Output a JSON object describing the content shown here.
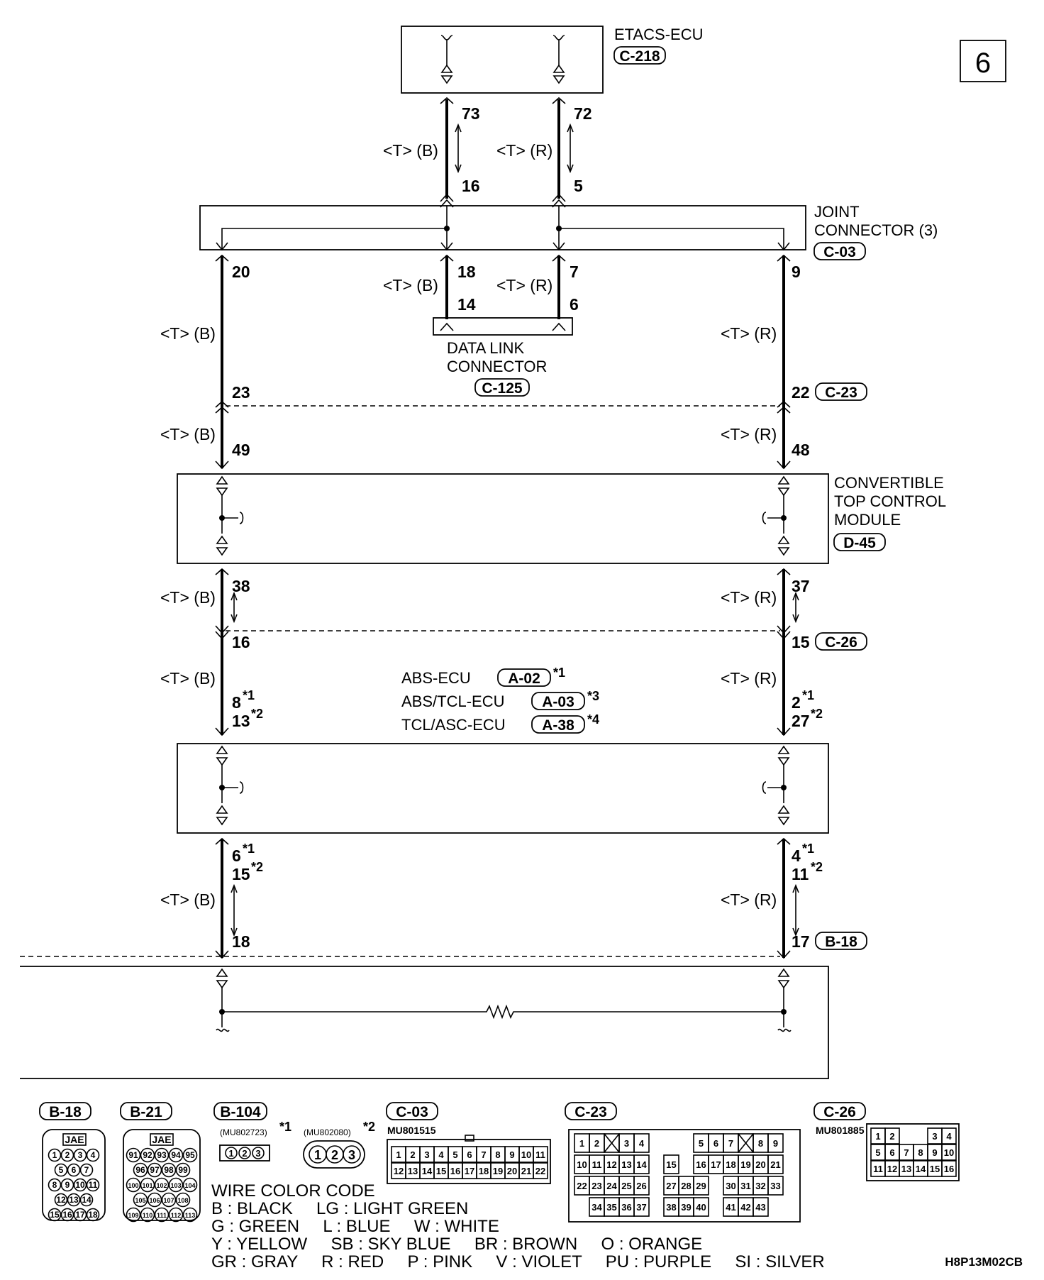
{
  "page_number": "6",
  "drawing_code": "H8P13M02CB",
  "components": {
    "etacs": {
      "name": "ETACS-ECU",
      "connector": "C-218"
    },
    "joint": {
      "name_line1": "JOINT",
      "name_line2": "CONNECTOR (3)",
      "connector": "C-03"
    },
    "dlc": {
      "name_line1": "DATA LINK",
      "name_line2": "CONNECTOR",
      "connector": "C-125"
    },
    "ctcm": {
      "name_line1": "CONVERTIBLE",
      "name_line2": "TOP CONTROL",
      "name_line3": "MODULE",
      "connector": "D-45"
    },
    "abs": {
      "line1": {
        "name": "ABS-ECU",
        "connector": "A-02",
        "note": "*1"
      },
      "line2": {
        "name": "ABS/TCL-ECU",
        "connector": "A-03",
        "note": "*3"
      },
      "line3": {
        "name": "TCL/ASC-ECU",
        "connector": "A-38",
        "note": "*4"
      }
    }
  },
  "wire_labels": {
    "tb": "<T> (B)",
    "tr": "<T> (R)"
  },
  "pins": {
    "p73": "73",
    "p72": "72",
    "p16a": "16",
    "p5": "5",
    "p20": "20",
    "p18a": "18",
    "p7": "7",
    "p9": "9",
    "p14": "14",
    "p6a": "6",
    "p23": "23",
    "p22": "22",
    "p49": "49",
    "p48": "48",
    "p38": "38",
    "p37": "37",
    "p16b": "16",
    "p15": "15",
    "p8": "8",
    "p13": "13",
    "p2": "2",
    "p27": "27",
    "p6b": "6",
    "p15b": "15",
    "p4": "4",
    "p11": "11",
    "p18b": "18",
    "p17": "17"
  },
  "inline_connectors": {
    "c23": "C-23",
    "c26": "C-26",
    "b18": "B-18"
  },
  "notes": {
    "n1": "*1",
    "n2": "*2"
  },
  "connector_views": {
    "b18": {
      "id": "B-18",
      "maker": "JAE",
      "rows": [
        [
          "1",
          "2",
          "3",
          "4"
        ],
        [
          "5",
          "6",
          "7"
        ],
        [
          "8",
          "9",
          "10",
          "11"
        ],
        [
          "12",
          "13",
          "14"
        ],
        [
          "15",
          "16",
          "17",
          "18"
        ]
      ]
    },
    "b21": {
      "id": "B-21",
      "maker": "JAE",
      "rows": [
        [
          "91",
          "92",
          "93",
          "94",
          "95"
        ],
        [
          "96",
          "97",
          "98",
          "99"
        ],
        [
          "100",
          "101",
          "102",
          "103",
          "104"
        ],
        [
          "105",
          "106",
          "107",
          "108"
        ],
        [
          "109",
          "110",
          "111",
          "112",
          "113"
        ]
      ]
    },
    "b104": {
      "id": "B-104",
      "part1": "(MU802723)",
      "note1": "*1",
      "part2": "(MU802080)",
      "note2": "*2",
      "pins": [
        "1",
        "2",
        "3"
      ]
    },
    "c03": {
      "id": "C-03",
      "part": "MU801515",
      "row1": [
        "1",
        "2",
        "3",
        "4",
        "5",
        "6",
        "7",
        "8",
        "9",
        "10",
        "11"
      ],
      "row2": [
        "12",
        "13",
        "14",
        "15",
        "16",
        "17",
        "18",
        "19",
        "20",
        "21",
        "22"
      ]
    },
    "c23": {
      "id": "C-23"
    },
    "c26": {
      "id": "C-26",
      "part": "MU801885",
      "row1": [
        "1",
        "2",
        "3",
        "4"
      ],
      "row2": [
        "5",
        "6",
        "7",
        "8",
        "9",
        "10"
      ],
      "row3": [
        "11",
        "12",
        "13",
        "14",
        "15",
        "16"
      ]
    }
  },
  "c23_cells": [
    "1",
    "2",
    "3",
    "4",
    "5",
    "6",
    "7",
    "8",
    "9",
    "10",
    "11",
    "12",
    "13",
    "14",
    "15",
    "16",
    "17",
    "18",
    "19",
    "20",
    "21",
    "22",
    "23",
    "24",
    "25",
    "26",
    "27",
    "28",
    "29",
    "30",
    "31",
    "32",
    "33",
    "34",
    "35",
    "36",
    "37",
    "38",
    "39",
    "40",
    "41",
    "42",
    "43"
  ],
  "wire_color_code": {
    "title": "WIRE COLOR CODE",
    "line1": "B : BLACK     LG : LIGHT GREEN",
    "line2": "G : GREEN     L : BLUE     W : WHITE",
    "line3": "Y : YELLOW     SB : SKY BLUE     BR : BROWN     O : ORANGE",
    "line4": "GR : GRAY     R : RED     P : PINK     V : VIOLET     PU : PURPLE     SI : SILVER"
  }
}
